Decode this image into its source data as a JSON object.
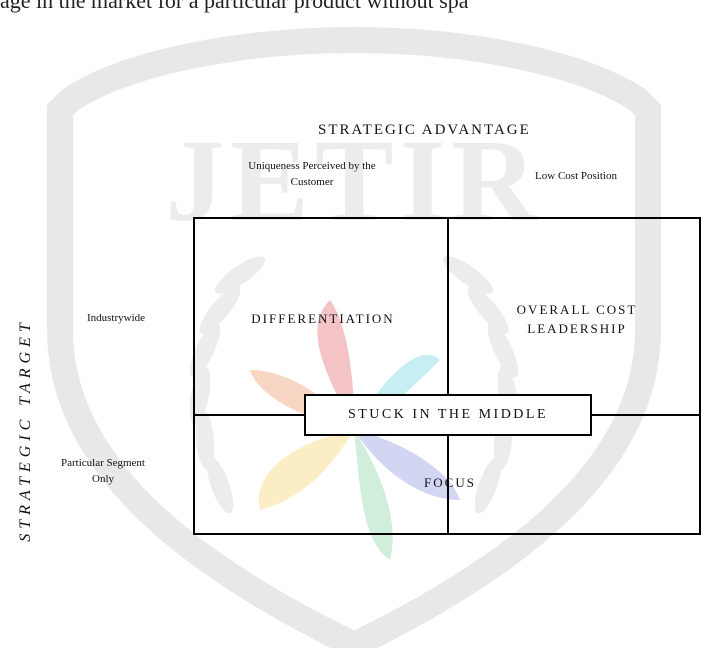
{
  "header_text": "age in the market for a particular product without spa",
  "diagram": {
    "top_axis": {
      "title": "STRATEGIC ADVANTAGE",
      "columns": [
        "Uniqueness Perceived by the Customer",
        "Low Cost Position"
      ]
    },
    "left_axis": {
      "title": "STRATEGIC TARGET",
      "rows": [
        "Industrywide",
        "Particular Segment Only"
      ]
    },
    "cells": {
      "differentiation": "DIFFERENTIATION",
      "overall_cost_leadership": "OVERALL COST LEADERSHIP",
      "focus": "FOCUS",
      "stuck_in_middle": "STUCK IN THE MIDDLE"
    }
  },
  "watermark": {
    "text": "JETIR"
  },
  "colors": {
    "watermark_gray": "#e6e6e6",
    "petal_red": "#f3c3c5",
    "petal_cyan": "#c7eff3",
    "petal_yellow": "#fbeec5",
    "petal_green": "#cfeedb",
    "petal_blue": "#d2d6f2",
    "lines": "#000000"
  }
}
